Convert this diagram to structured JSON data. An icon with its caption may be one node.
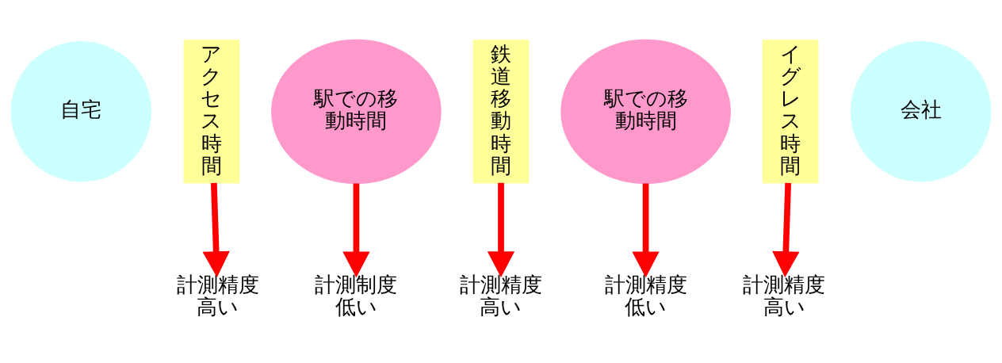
{
  "diagram": {
    "nodes": [
      {
        "text": [
          "自宅"
        ]
      },
      {
        "text": [
          "アクセス時間"
        ]
      },
      {
        "text": [
          "駅での移動時間"
        ]
      },
      {
        "text": [
          "鉄道移動時間"
        ]
      },
      {
        "text": [
          "駅での移動時間"
        ]
      },
      {
        "text": [
          "イグレス時間"
        ]
      },
      {
        "text": [
          "会社"
        ]
      },
      {
        "text": [
          "計測精度高い"
        ]
      },
      {
        "text": [
          "計測制度低い"
        ]
      },
      {
        "text": [
          "計測精度高い"
        ]
      },
      {
        "text": [
          "計測精度低い"
        ]
      },
      {
        "text": [
          "計測精度高い"
        ]
      }
    ],
    "edges": [
      {
        "from": 1,
        "to": 7,
        "arrow": "to"
      },
      {
        "from": 2,
        "to": 8,
        "arrow": "to"
      },
      {
        "from": 3,
        "to": 9,
        "arrow": "to"
      },
      {
        "from": 4,
        "to": 10,
        "arrow": "to"
      },
      {
        "from": 5,
        "to": 11,
        "arrow": "to"
      }
    ]
  }
}
